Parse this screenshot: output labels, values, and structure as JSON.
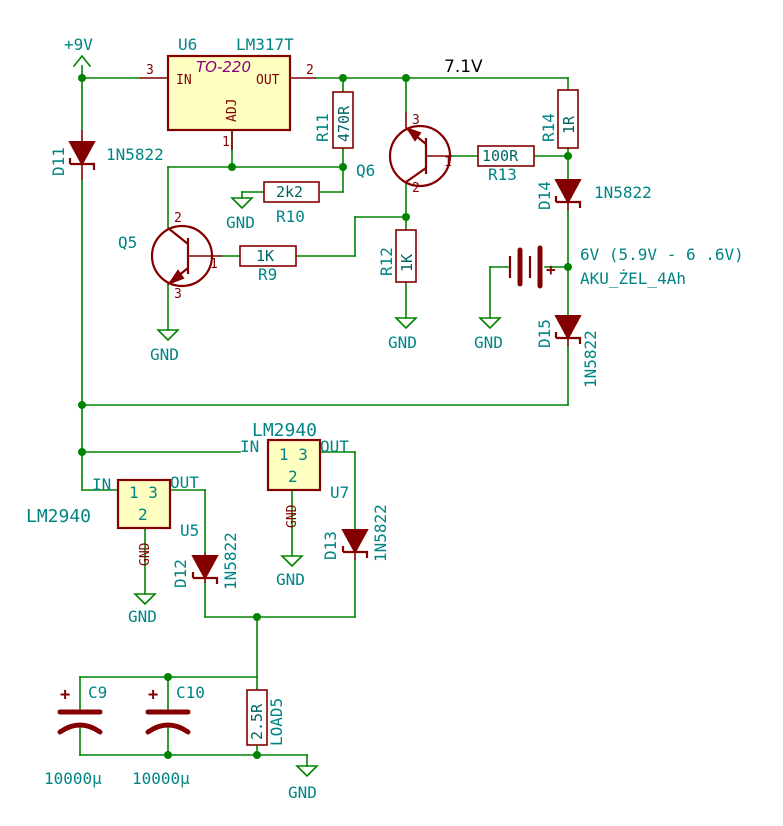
{
  "net_labels": {
    "vin": "+9V",
    "vout": "7.1V"
  },
  "gnd": "GND",
  "regulator_u6": {
    "ref": "U6",
    "value": "LM317T",
    "package": "TO-220",
    "pin_in": "IN",
    "pin_out": "OUT",
    "pin_adj": "ADJ",
    "pin_in_num": "3",
    "pin_out_num": "2",
    "pin_adj_num": "1"
  },
  "resistors": {
    "r11": {
      "ref": "R11",
      "value": "470R"
    },
    "r14": {
      "ref": "R14",
      "value": "1R"
    },
    "r13": {
      "ref": "R13",
      "value": "100R"
    },
    "r10": {
      "ref": "R10",
      "value": "2k2"
    },
    "r9": {
      "ref": "R9",
      "value": "1K"
    },
    "r12": {
      "ref": "R12",
      "value": "1K"
    },
    "load5": {
      "ref": "LOAD5",
      "value": "2.5R"
    }
  },
  "transistors": {
    "q5": {
      "ref": "Q5",
      "pin_c": "2",
      "pin_b": "1",
      "pin_e": "3"
    },
    "q6": {
      "ref": "Q6",
      "pin_c": "2",
      "pin_b": "1",
      "pin_e": "3"
    }
  },
  "diodes": {
    "d11": {
      "ref": "D11",
      "value": "1N5822"
    },
    "d14": {
      "ref": "D14",
      "value": "1N5822"
    },
    "d15": {
      "ref": "D15",
      "value": "1N5822"
    },
    "d12": {
      "ref": "D12",
      "value": "1N5822"
    },
    "d13": {
      "ref": "D13",
      "value": "1N5822"
    }
  },
  "battery": {
    "voltage": "6V (5.9V - 6 .6V)",
    "name": "AKU_ŻEL_4Ah",
    "plus": "+"
  },
  "regulator_u5": {
    "ref": "U5",
    "value": "LM2940",
    "pin_in": "IN",
    "pin_out": "OUT",
    "pin_gnd": "GND",
    "pins_top": "1 3",
    "pin_bottom": "2"
  },
  "regulator_u7": {
    "ref": "U7",
    "value": "LM2940",
    "pin_in": "IN",
    "pin_out": "OUT",
    "pin_gnd": "GND",
    "pins_top": "1 3",
    "pin_bottom": "2"
  },
  "capacitors": {
    "c9": {
      "ref": "C9",
      "value": "10000µ",
      "plus": "+"
    },
    "c10": {
      "ref": "C10",
      "value": "10000µ",
      "plus": "+"
    }
  }
}
